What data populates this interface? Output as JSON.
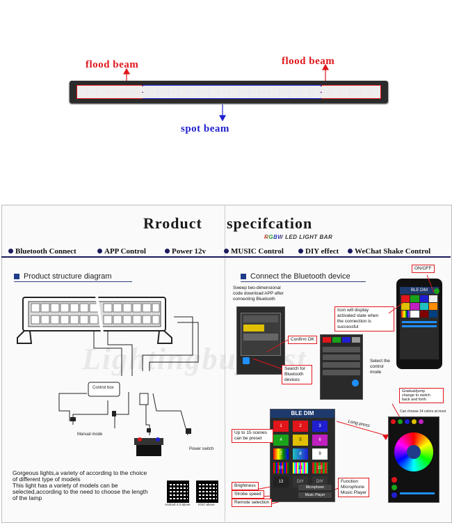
{
  "banner": {
    "flood_left": "flood beam",
    "flood_right": "flood beam",
    "spot": "spot beam",
    "colors": {
      "red": "#e0161b",
      "blue": "#1f1fd0"
    }
  },
  "spec": {
    "title_left": "Rroduct",
    "title_right": "specifcation",
    "subtitle_rgbw": "RGBW",
    "subtitle_rest": "LED LIGHT BAR",
    "features": [
      "Bluetooth Connect",
      "APP  Control",
      "Power 12v",
      "MUSIC Control",
      "DIY effect",
      "WeChat Shake Control"
    ],
    "watermark": "Lightingbuybest"
  },
  "left_panel": {
    "heading": "Product structure diagram",
    "control_box": "Control box",
    "manual_mode": "Manual mode",
    "power_switch": "Power switch",
    "description": [
      "Gorgeous lights,a variety of according to the choice",
      "of different type of models",
      "This light has a variety of models can be",
      "selected,according to the need to choose the length",
      "of the lamp"
    ],
    "qr_android": "Android 4.3 above",
    "qr_ios": "IOS7 above"
  },
  "right_panel": {
    "heading": "Connect the Bluetooth device",
    "sweep": [
      "Sweep  two-dimensional",
      "code download APP after",
      "connecting Bluetooth"
    ],
    "on_off": "ON/OFF",
    "icon_display": [
      "Icon will display",
      "activated state when",
      "the connection is",
      "successful"
    ],
    "confirm": "Confirm OK",
    "search": [
      "Search for",
      "Bluetooth",
      "devices"
    ],
    "select_mode": [
      "Select the",
      "control",
      "mode"
    ],
    "app_name": "BLE DIM",
    "gradual": [
      "Gradual/jump",
      "change to switch",
      "back and forth"
    ],
    "colors_14": "Can choose 14 colors at most",
    "scenes": [
      "Up to 15 scenes",
      "can be preset"
    ],
    "long_press": "Long press",
    "brightness": "Brightness",
    "strobe": "Strobe speed",
    "remote": "Remote selection",
    "function": [
      "Function",
      "Microphone",
      "Music Player"
    ],
    "screen_microphone": "Microphone",
    "screen_music": "Music Player",
    "screen_diy": "DIY",
    "scene_numbers": [
      "1",
      "2",
      "3",
      "4",
      "5",
      "6",
      "7",
      "8",
      "9",
      "10",
      "11",
      "12",
      "13"
    ]
  }
}
